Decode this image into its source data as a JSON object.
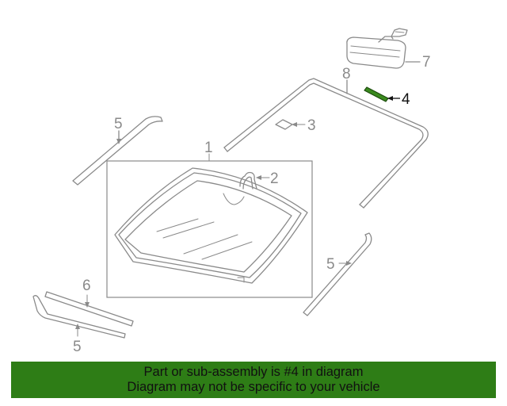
{
  "callouts": {
    "c1": "1",
    "c2": "2",
    "c3": "3",
    "c4": "4",
    "c5a": "5",
    "c5b": "5",
    "c5c": "5",
    "c6": "6",
    "c7": "7",
    "c8": "8"
  },
  "highlight_part": "4",
  "colors": {
    "banner": "#2e7d16",
    "highlight_part": "#3a8a1e",
    "line": "#8a8a8a"
  },
  "banner": {
    "line1": "Part or sub-assembly is #4 in diagram",
    "line2": "Diagram may not be specific to your vehicle"
  }
}
